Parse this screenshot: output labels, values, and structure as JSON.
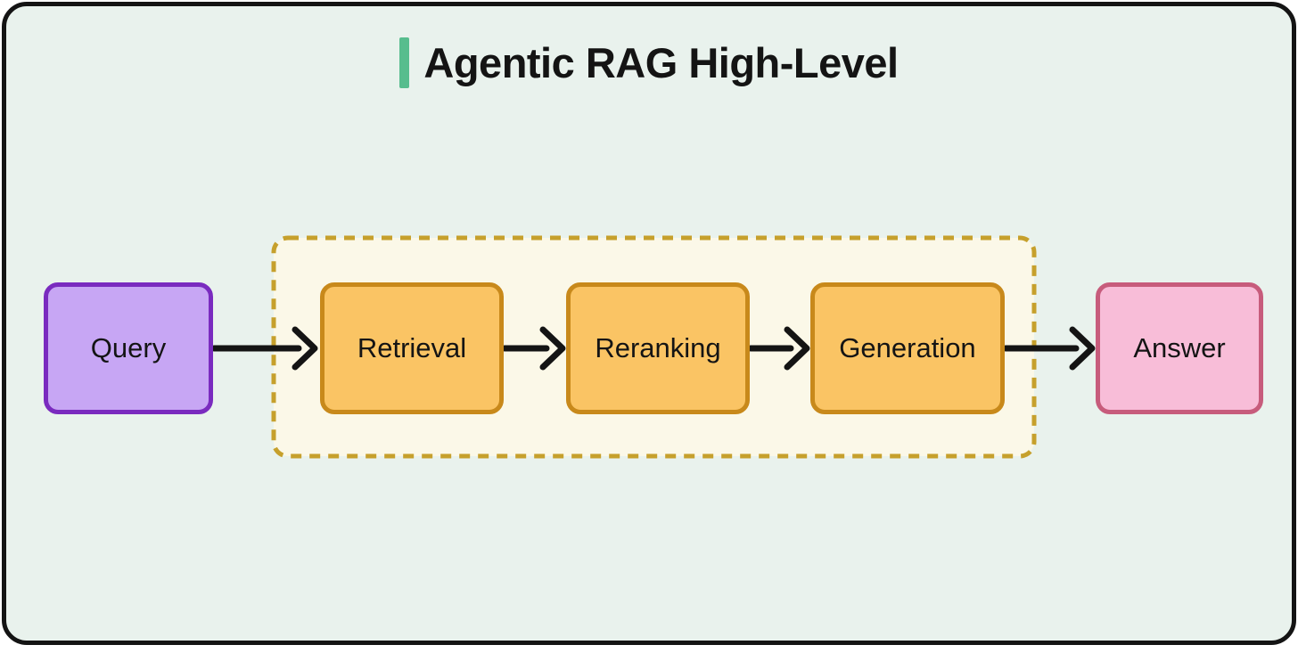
{
  "title": {
    "text": "Agentic RAG High-Level",
    "accent_color": "#57bd8e",
    "text_color": "#141414"
  },
  "canvas": {
    "background": "#e9f2ed",
    "frame_border_color": "#141414",
    "outer_background": "#ffffff"
  },
  "pipeline_group": {
    "fill": "#fbf8e8",
    "border_color": "#c6a02c",
    "border_style": "dashed",
    "contains": [
      "Retrieval",
      "Reranking",
      "Generation"
    ]
  },
  "arrow_color": "#141414",
  "nodes": [
    {
      "id": "query",
      "label": "Query",
      "fill": "#c7a6f4",
      "border_color": "#7a2bbf"
    },
    {
      "id": "retrieval",
      "label": "Retrieval",
      "fill": "#fac464",
      "border_color": "#c8891b"
    },
    {
      "id": "reranking",
      "label": "Reranking",
      "fill": "#fac464",
      "border_color": "#c8891b"
    },
    {
      "id": "generation",
      "label": "Generation",
      "fill": "#fac464",
      "border_color": "#c8891b"
    },
    {
      "id": "answer",
      "label": "Answer",
      "fill": "#f8bdd8",
      "border_color": "#c75c7c"
    }
  ],
  "edges": [
    {
      "from": "Query",
      "to": "Retrieval"
    },
    {
      "from": "Retrieval",
      "to": "Reranking"
    },
    {
      "from": "Reranking",
      "to": "Generation"
    },
    {
      "from": "Generation",
      "to": "Answer"
    }
  ]
}
